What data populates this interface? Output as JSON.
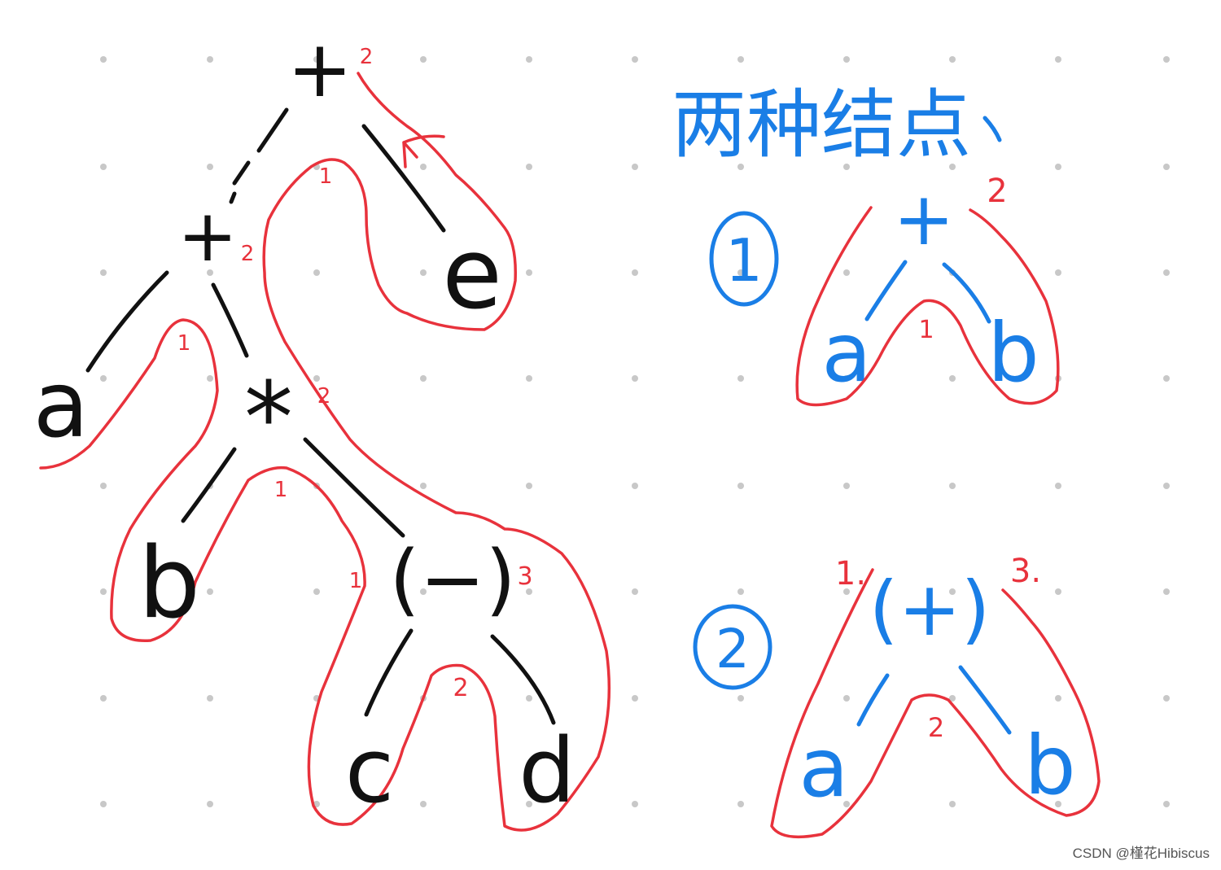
{
  "tree": {
    "nodes": {
      "root_plus": "+",
      "plus2": "+",
      "e": "e",
      "a": "a",
      "star": "*",
      "b": "b",
      "minus": "(−)",
      "c": "c",
      "d": "d"
    },
    "visit_marks": {
      "root_1": "1",
      "root_2": "2",
      "plus2_1": "1",
      "plus2_2": "2",
      "star_1": "1",
      "star_2": "2",
      "minus_1": "1",
      "minus_2": "2",
      "minus_3": "3"
    }
  },
  "legend": {
    "title": "两种结点",
    "case1": {
      "number": "1",
      "operator": "+",
      "left": "a",
      "right": "b",
      "mark_1": "1",
      "mark_2": "2"
    },
    "case2": {
      "number": "2",
      "operator": "(+)",
      "left": "a",
      "right": "b",
      "mark_1": "1.",
      "mark_2": "2",
      "mark_3": "3."
    }
  },
  "watermark": "CSDN @槿花Hibiscus",
  "colors": {
    "ink": "#111111",
    "blue": "#1a7ee6",
    "red": "#e8323c",
    "dots": "#c8c8c8"
  }
}
